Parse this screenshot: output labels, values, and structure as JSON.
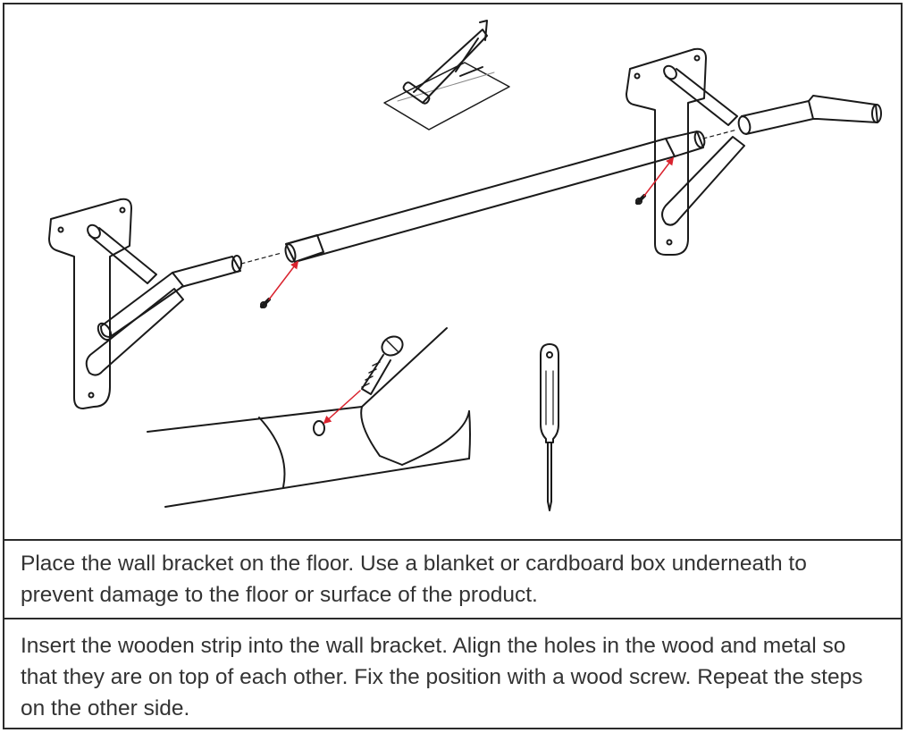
{
  "steps": [
    {
      "text": "Place the wall bracket on the floor. Use a blanket or cardboard box underneath to prevent damage to the floor or surface of the product."
    },
    {
      "text": "Insert the wooden strip into the wall bracket. Align the holes in the wood and metal so that they are on top of each other. Fix the position with a wood screw. Repeat the steps on the other side."
    }
  ],
  "colors": {
    "line": "#1a1a1a",
    "arrow": "#d9232e",
    "border": "#2b2b2b",
    "text": "#333333"
  },
  "icons": [
    "wall-bracket",
    "wooden-strip",
    "wood-screw",
    "screwdriver",
    "bracket-on-floor"
  ]
}
